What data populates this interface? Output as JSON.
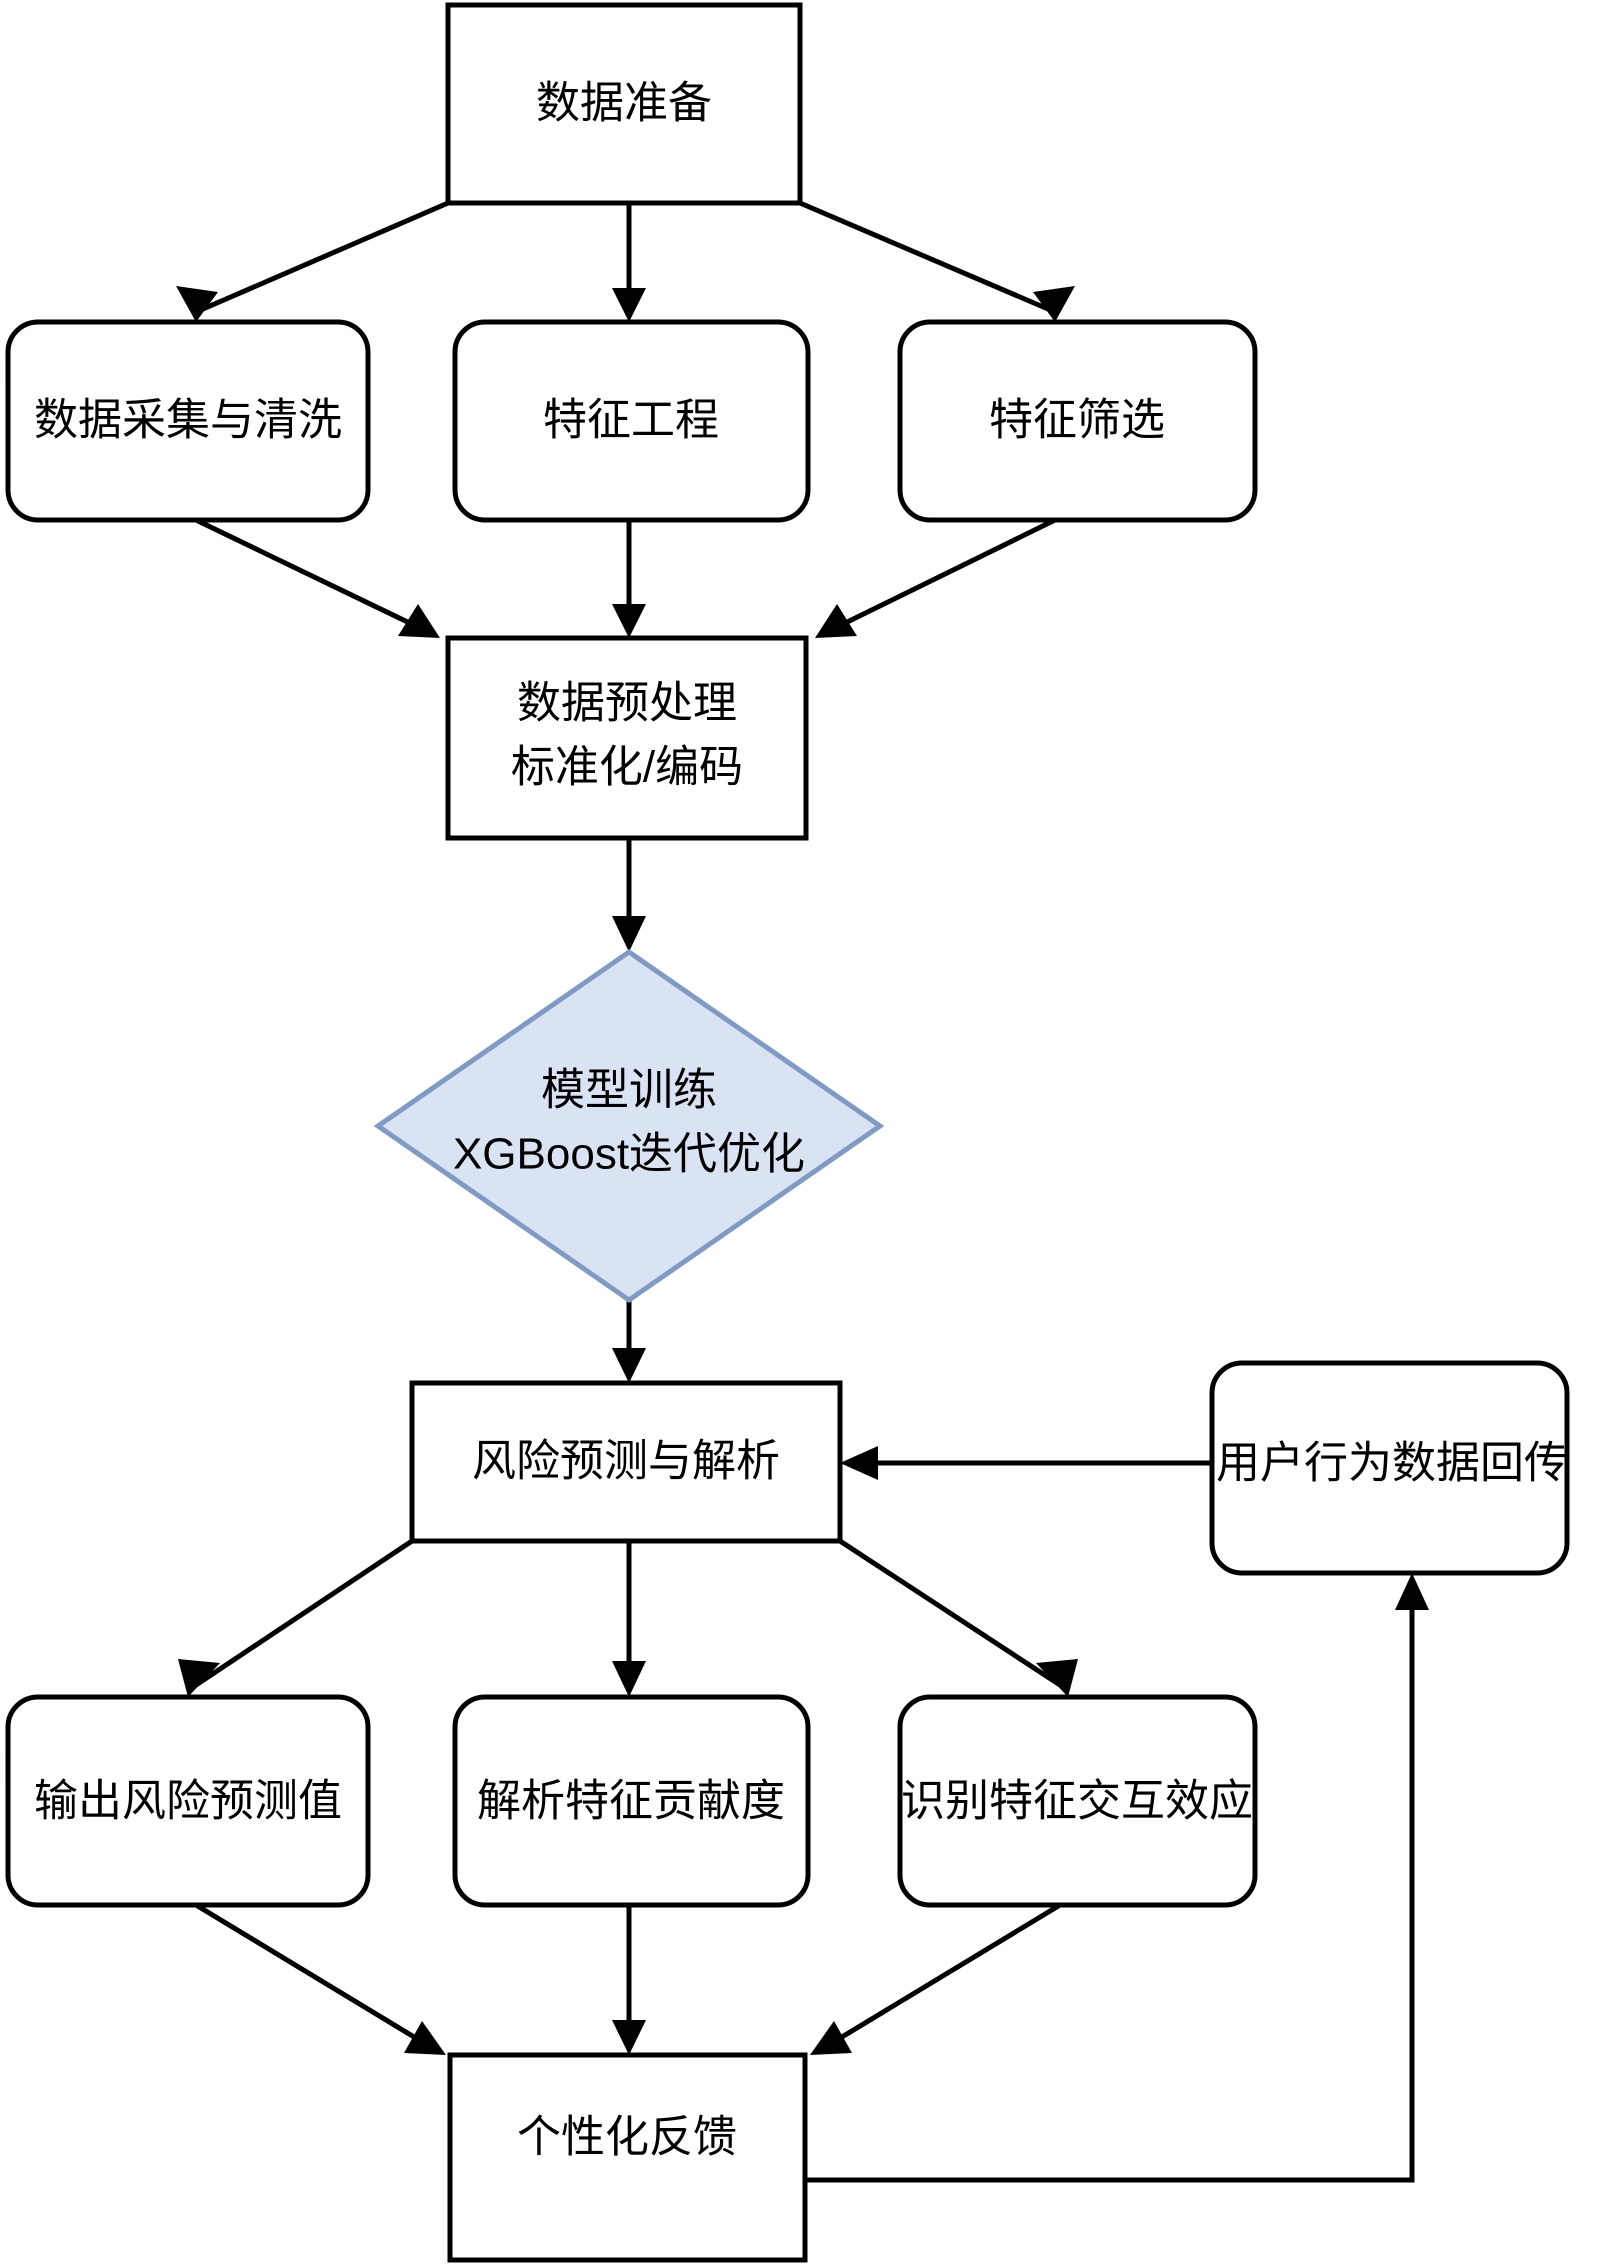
{
  "diagram": {
    "title": "数据准备到个性化反馈流程图",
    "type": "flowchart",
    "background_color": "#ffffff",
    "stroke_color": "#000000",
    "diamond_fill_color": "#dae3f3",
    "diamond_stroke_color": "#7f9bc4",
    "nodes": {
      "data_preparation": {
        "label": "数据准备",
        "shape": "rectangle"
      },
      "data_collection_cleaning": {
        "label": "数据采集与清洗",
        "shape": "rounded-rectangle"
      },
      "feature_engineering": {
        "label": "特征工程",
        "shape": "rounded-rectangle"
      },
      "feature_selection": {
        "label": "特征筛选",
        "shape": "rounded-rectangle"
      },
      "preprocessing_line1": {
        "label": "数据预处理",
        "shape": "rectangle"
      },
      "preprocessing_line2": {
        "label": "标准化/编码",
        "shape": "rectangle"
      },
      "model_training_line1": {
        "label": "模型训练",
        "shape": "diamond"
      },
      "model_training_line2": {
        "label": "XGBoost迭代优化",
        "shape": "diamond"
      },
      "risk_prediction": {
        "label": "风险预测与解析",
        "shape": "rectangle"
      },
      "user_behavior_feedback": {
        "label": "用户行为数据回传",
        "shape": "rounded-rectangle"
      },
      "output_risk_value": {
        "label": "输出风险预测值",
        "shape": "rounded-rectangle"
      },
      "analyze_feature_contribution": {
        "label": "解析特征贡献度",
        "shape": "rounded-rectangle"
      },
      "identify_feature_interaction": {
        "label": "识别特征交互效应",
        "shape": "rounded-rectangle"
      },
      "personalized_feedback": {
        "label": "个性化反馈",
        "shape": "rectangle"
      }
    }
  }
}
